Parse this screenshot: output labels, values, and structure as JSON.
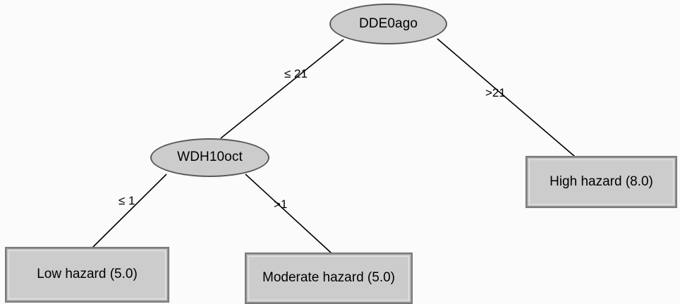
{
  "diagram": {
    "type": "decision-tree",
    "title": "",
    "colors": {
      "node_fill": "#cccccc",
      "ellipse_border": "#595959",
      "box_border": "#8a8a8a",
      "edge_line": "#000000",
      "text": "#000000",
      "background": "#fbfbfb"
    },
    "nodes": [
      {
        "id": "root",
        "shape": "ellipse",
        "label": "DDE0ago"
      },
      {
        "id": "wdh",
        "shape": "ellipse",
        "label": "WDH10oct"
      },
      {
        "id": "low",
        "shape": "box",
        "label": "Low hazard (5.0)"
      },
      {
        "id": "moderate",
        "shape": "box",
        "label": "Moderate hazard (5.0)"
      },
      {
        "id": "high",
        "shape": "box",
        "label": "High hazard (8.0)"
      }
    ],
    "edges": [
      {
        "id": "root-left",
        "from": "root",
        "to": "wdh",
        "label": "≤ 21"
      },
      {
        "id": "root-right",
        "from": "root",
        "to": "high",
        "label": ">21"
      },
      {
        "id": "wdh-left",
        "from": "wdh",
        "to": "low",
        "label": "≤ 1"
      },
      {
        "id": "wdh-right",
        "from": "wdh",
        "to": "moderate",
        "label": ">1"
      }
    ]
  }
}
